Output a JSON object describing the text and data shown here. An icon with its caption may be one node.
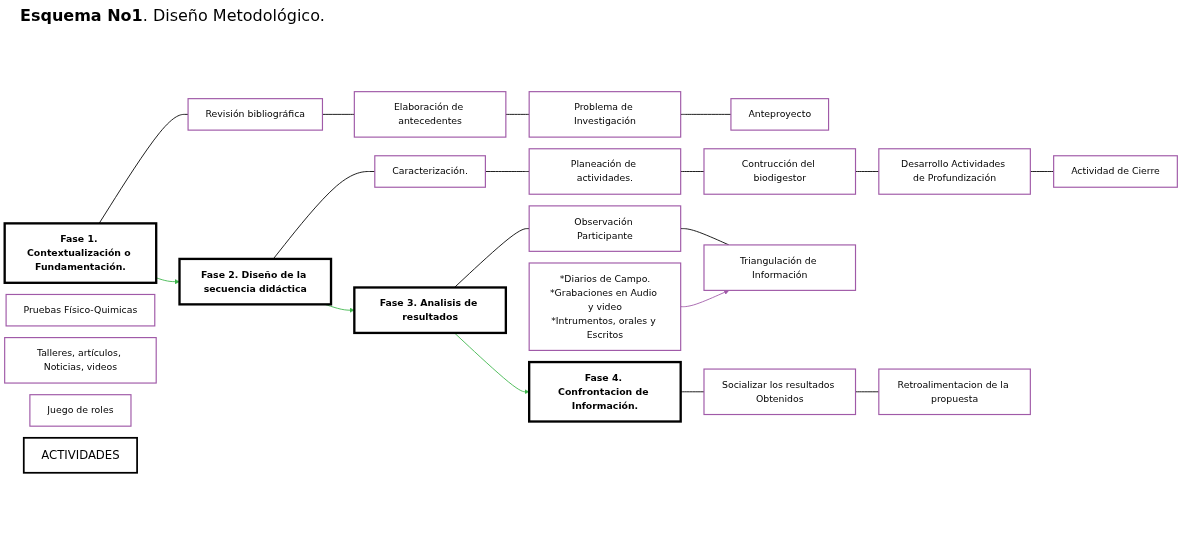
{
  "diagram": {
    "title": "**Esquema No1**. Diseño Metodológico.",
    "nodes": [
      {
        "text": [
          "ACTIVIDADES"
        ]
      },
      {
        "text": [
          "Fase 1. Contextualización o Fundamentación."
        ]
      },
      {
        "text": [
          "Revisión bibliográfica"
        ]
      },
      {
        "text": [
          "Elaboración de antecedentes"
        ]
      },
      {
        "text": [
          "Problema de Investigación"
        ]
      },
      {
        "text": [
          "Anteproyecto"
        ]
      },
      {
        "text": [
          "Fase 2. Diseño de la secuencia didáctica"
        ]
      },
      {
        "text": [
          "Caracterización."
        ]
      },
      {
        "text": [
          "Planeación de actividades."
        ]
      },
      {
        "text": [
          "Contrucción del biodigestor"
        ]
      },
      {
        "text": [
          "Pruebas Físico-Quimicas"
        ]
      },
      {
        "text": [
          "Desarrollo Actividades de Profundización"
        ]
      },
      {
        "text": [
          "Talleres, artículos, Noticias, videos"
        ]
      },
      {
        "text": [
          "Actividad de Cierre"
        ]
      },
      {
        "text": [
          "Juego de roles"
        ]
      },
      {
        "text": [
          "Fase 3. Analisis de resultados"
        ]
      },
      {
        "text": [
          "Observación Participante"
        ]
      },
      {
        "text": [
          "Triangulación de Información"
        ]
      },
      {
        "text": [
          "*Diarios de Campo.",
          "*Grabaciones en Audio y video",
          "*Intrumentos, orales y Escritos"
        ]
      },
      {
        "text": [
          "Fase 4. Confrontacion de Información."
        ]
      },
      {
        "text": [
          "Socializar los resultados Obtenidos"
        ]
      },
      {
        "text": [
          "Retroalimentacion de la propuesta"
        ]
      }
    ],
    "edges": [
      {
        "from": 1,
        "to": 6,
        "arrow": "to",
        "color": "#3cb54a"
      },
      {
        "from": 6,
        "to": 15,
        "arrow": "to",
        "color": "#3cb54a"
      },
      {
        "from": 15,
        "to": 19,
        "arrow": "to",
        "color": "#3cb54a"
      },
      {
        "from": 1,
        "to": 2,
        "arrow": "none"
      },
      {
        "from": 2,
        "to": 3,
        "arrow": "none"
      },
      {
        "from": 3,
        "to": 4,
        "arrow": "none"
      },
      {
        "from": 4,
        "to": 5,
        "arrow": "none"
      },
      {
        "from": 6,
        "to": 7,
        "arrow": "none"
      },
      {
        "from": 7,
        "to": 8,
        "arrow": "none"
      },
      {
        "from": 8,
        "to": 9,
        "arrow": "none"
      },
      {
        "from": 9,
        "to": 11,
        "arrow": "none"
      },
      {
        "from": 11,
        "to": 13,
        "arrow": "none"
      },
      {
        "from": 15,
        "to": 16,
        "arrow": "none"
      },
      {
        "from": 16,
        "to": 17,
        "arrow": "none"
      },
      {
        "from": 18,
        "to": 17,
        "arrow": "to",
        "color": "#a05aa8"
      },
      {
        "from": 19,
        "to": 20,
        "arrow": "none"
      },
      {
        "from": 20,
        "to": 21,
        "arrow": "none"
      }
    ]
  }
}
